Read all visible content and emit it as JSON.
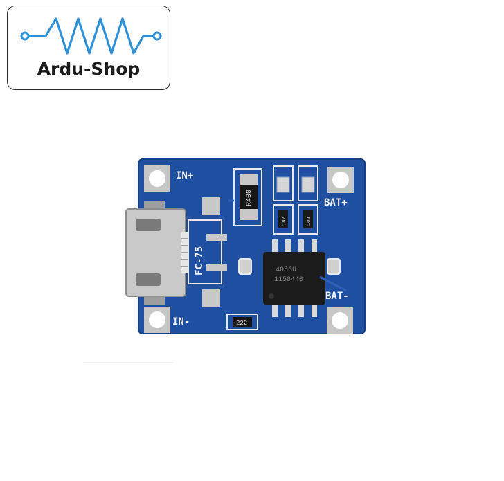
{
  "logo": {
    "brand": "Ardu-Shop",
    "icon": "resistor-wave-icon",
    "accent_color": "#2a8fd6"
  },
  "product": {
    "pcb_color": "#1f4fa0",
    "labels": {
      "in_plus": "IN+",
      "in_minus": "IN-",
      "bat_plus": "BAT+",
      "bat_minus": "BAT-",
      "model": "FC-75",
      "chip_line1": "4056H",
      "chip_line2": "1158440",
      "resistor_main": "R400",
      "resistor_small": "222",
      "smd_left": "182",
      "smd_right": "102"
    }
  }
}
